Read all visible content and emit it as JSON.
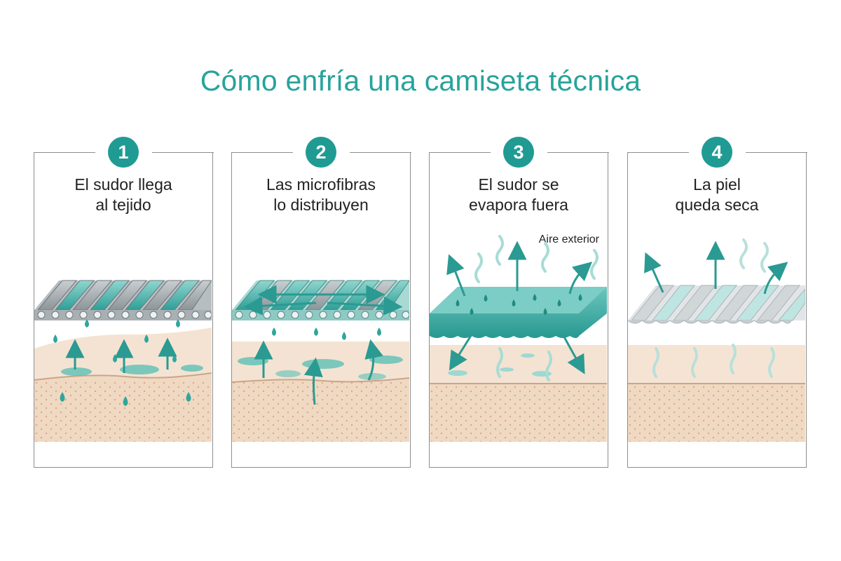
{
  "title": "Cómo enfría una camiseta técnica",
  "colors": {
    "accent": "#1f9b93",
    "skin": "#f3dfca",
    "fabric": "#9fa6aa",
    "water": "#4fb9b1"
  },
  "panels": [
    {
      "number": "1",
      "line1": "El sudor llega",
      "line2": "al tejido"
    },
    {
      "number": "2",
      "line1": "Las microfibras",
      "line2": "lo distribuyen"
    },
    {
      "number": "3",
      "line1": "El sudor se",
      "line2": "evapora fuera",
      "air_label": "Aire exterior"
    },
    {
      "number": "4",
      "line1": "La piel",
      "line2": "queda seca"
    }
  ]
}
